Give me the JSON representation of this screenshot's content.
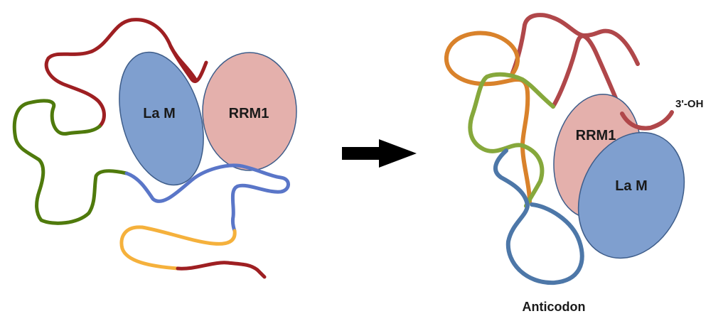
{
  "left_panel": {
    "la_m_label": "La M",
    "rrm1_label": "RRM1"
  },
  "right_panel": {
    "rrm1_label": "RRM1",
    "la_m_label": "La M",
    "three_prime_label": "3'-OH",
    "anticodon_label": "Anticodon"
  },
  "colors": {
    "la_m_fill": "#7f9fcf",
    "la_m_stroke": "#3e5d8a",
    "rrm1_fill": "#e4b0ac",
    "rrm1_stroke": "#3e5d8a",
    "red_strand": "#9e1f22",
    "green_strand": "#4f7a0c",
    "blue_strand": "#5a76c8",
    "orange_strand": "#f5b13c",
    "right_red": "#b0474a",
    "right_orange": "#d9822b",
    "right_green": "#86a83c",
    "right_blue": "#4d77a8",
    "arrow": "#000000"
  },
  "arrow_direction": "right"
}
